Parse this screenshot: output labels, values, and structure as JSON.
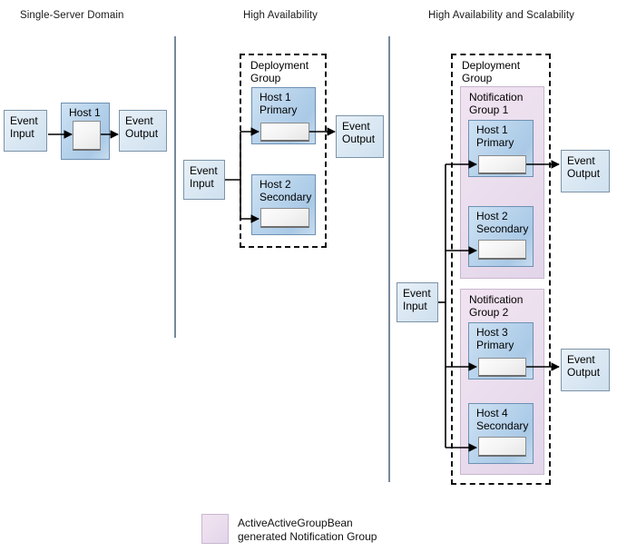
{
  "diagram": {
    "panels": [
      {
        "title": "Single-Server Domain"
      },
      {
        "title": "High Availability"
      },
      {
        "title": "High Availability and Scalability"
      }
    ],
    "labels": {
      "event_input": {
        "line1": "Event",
        "line2": "Input"
      },
      "event_output": {
        "line1": "Event",
        "line2": "Output"
      },
      "deployment_group": {
        "line1": "Deployment",
        "line2": "Group"
      }
    },
    "panel1": {
      "event_input": {
        "line1": "Event",
        "line2": "Input"
      },
      "host": {
        "line1": "Host 1",
        "line2": ""
      },
      "event_output": {
        "line1": "Event",
        "line2": "Output"
      }
    },
    "panel2": {
      "event_input": {
        "line1": "Event",
        "line2": "Input"
      },
      "deployment_group": {
        "line1": "Deployment",
        "line2": "Group"
      },
      "host1": {
        "line1": "Host 1",
        "line2": "Primary"
      },
      "host2": {
        "line1": "Host 2",
        "line2": "Secondary"
      },
      "event_output": {
        "line1": "Event",
        "line2": "Output"
      }
    },
    "panel3": {
      "event_input": {
        "line1": "Event",
        "line2": "Input"
      },
      "deployment_group": {
        "line1": "Deployment",
        "line2": "Group"
      },
      "notification_group1": {
        "line1": "Notification",
        "line2": "Group 1"
      },
      "notification_group2": {
        "line1": "Notification",
        "line2": "Group 2"
      },
      "host1": {
        "line1": "Host 1",
        "line2": "Primary"
      },
      "host2": {
        "line1": "Host 2",
        "line2": "Secondary"
      },
      "host3": {
        "line1": "Host 3",
        "line2": "Primary"
      },
      "host4": {
        "line1": "Host 4",
        "line2": "Secondary"
      },
      "event_output1": {
        "line1": "Event",
        "line2": "Output"
      },
      "event_output2": {
        "line1": "Event",
        "line2": "Output"
      }
    },
    "legend": {
      "line1": "ActiveActiveGroupBean",
      "line2": "generated Notification Group"
    },
    "colors": {
      "host_fill": "#b9d4ec",
      "io_fill": "#dce9f4",
      "notification_group_fill": "#ecdfee",
      "server_fill": "#f4f4f4",
      "divider": "#76899c",
      "dashed_border": "#111111",
      "arrow": "#000000"
    }
  }
}
